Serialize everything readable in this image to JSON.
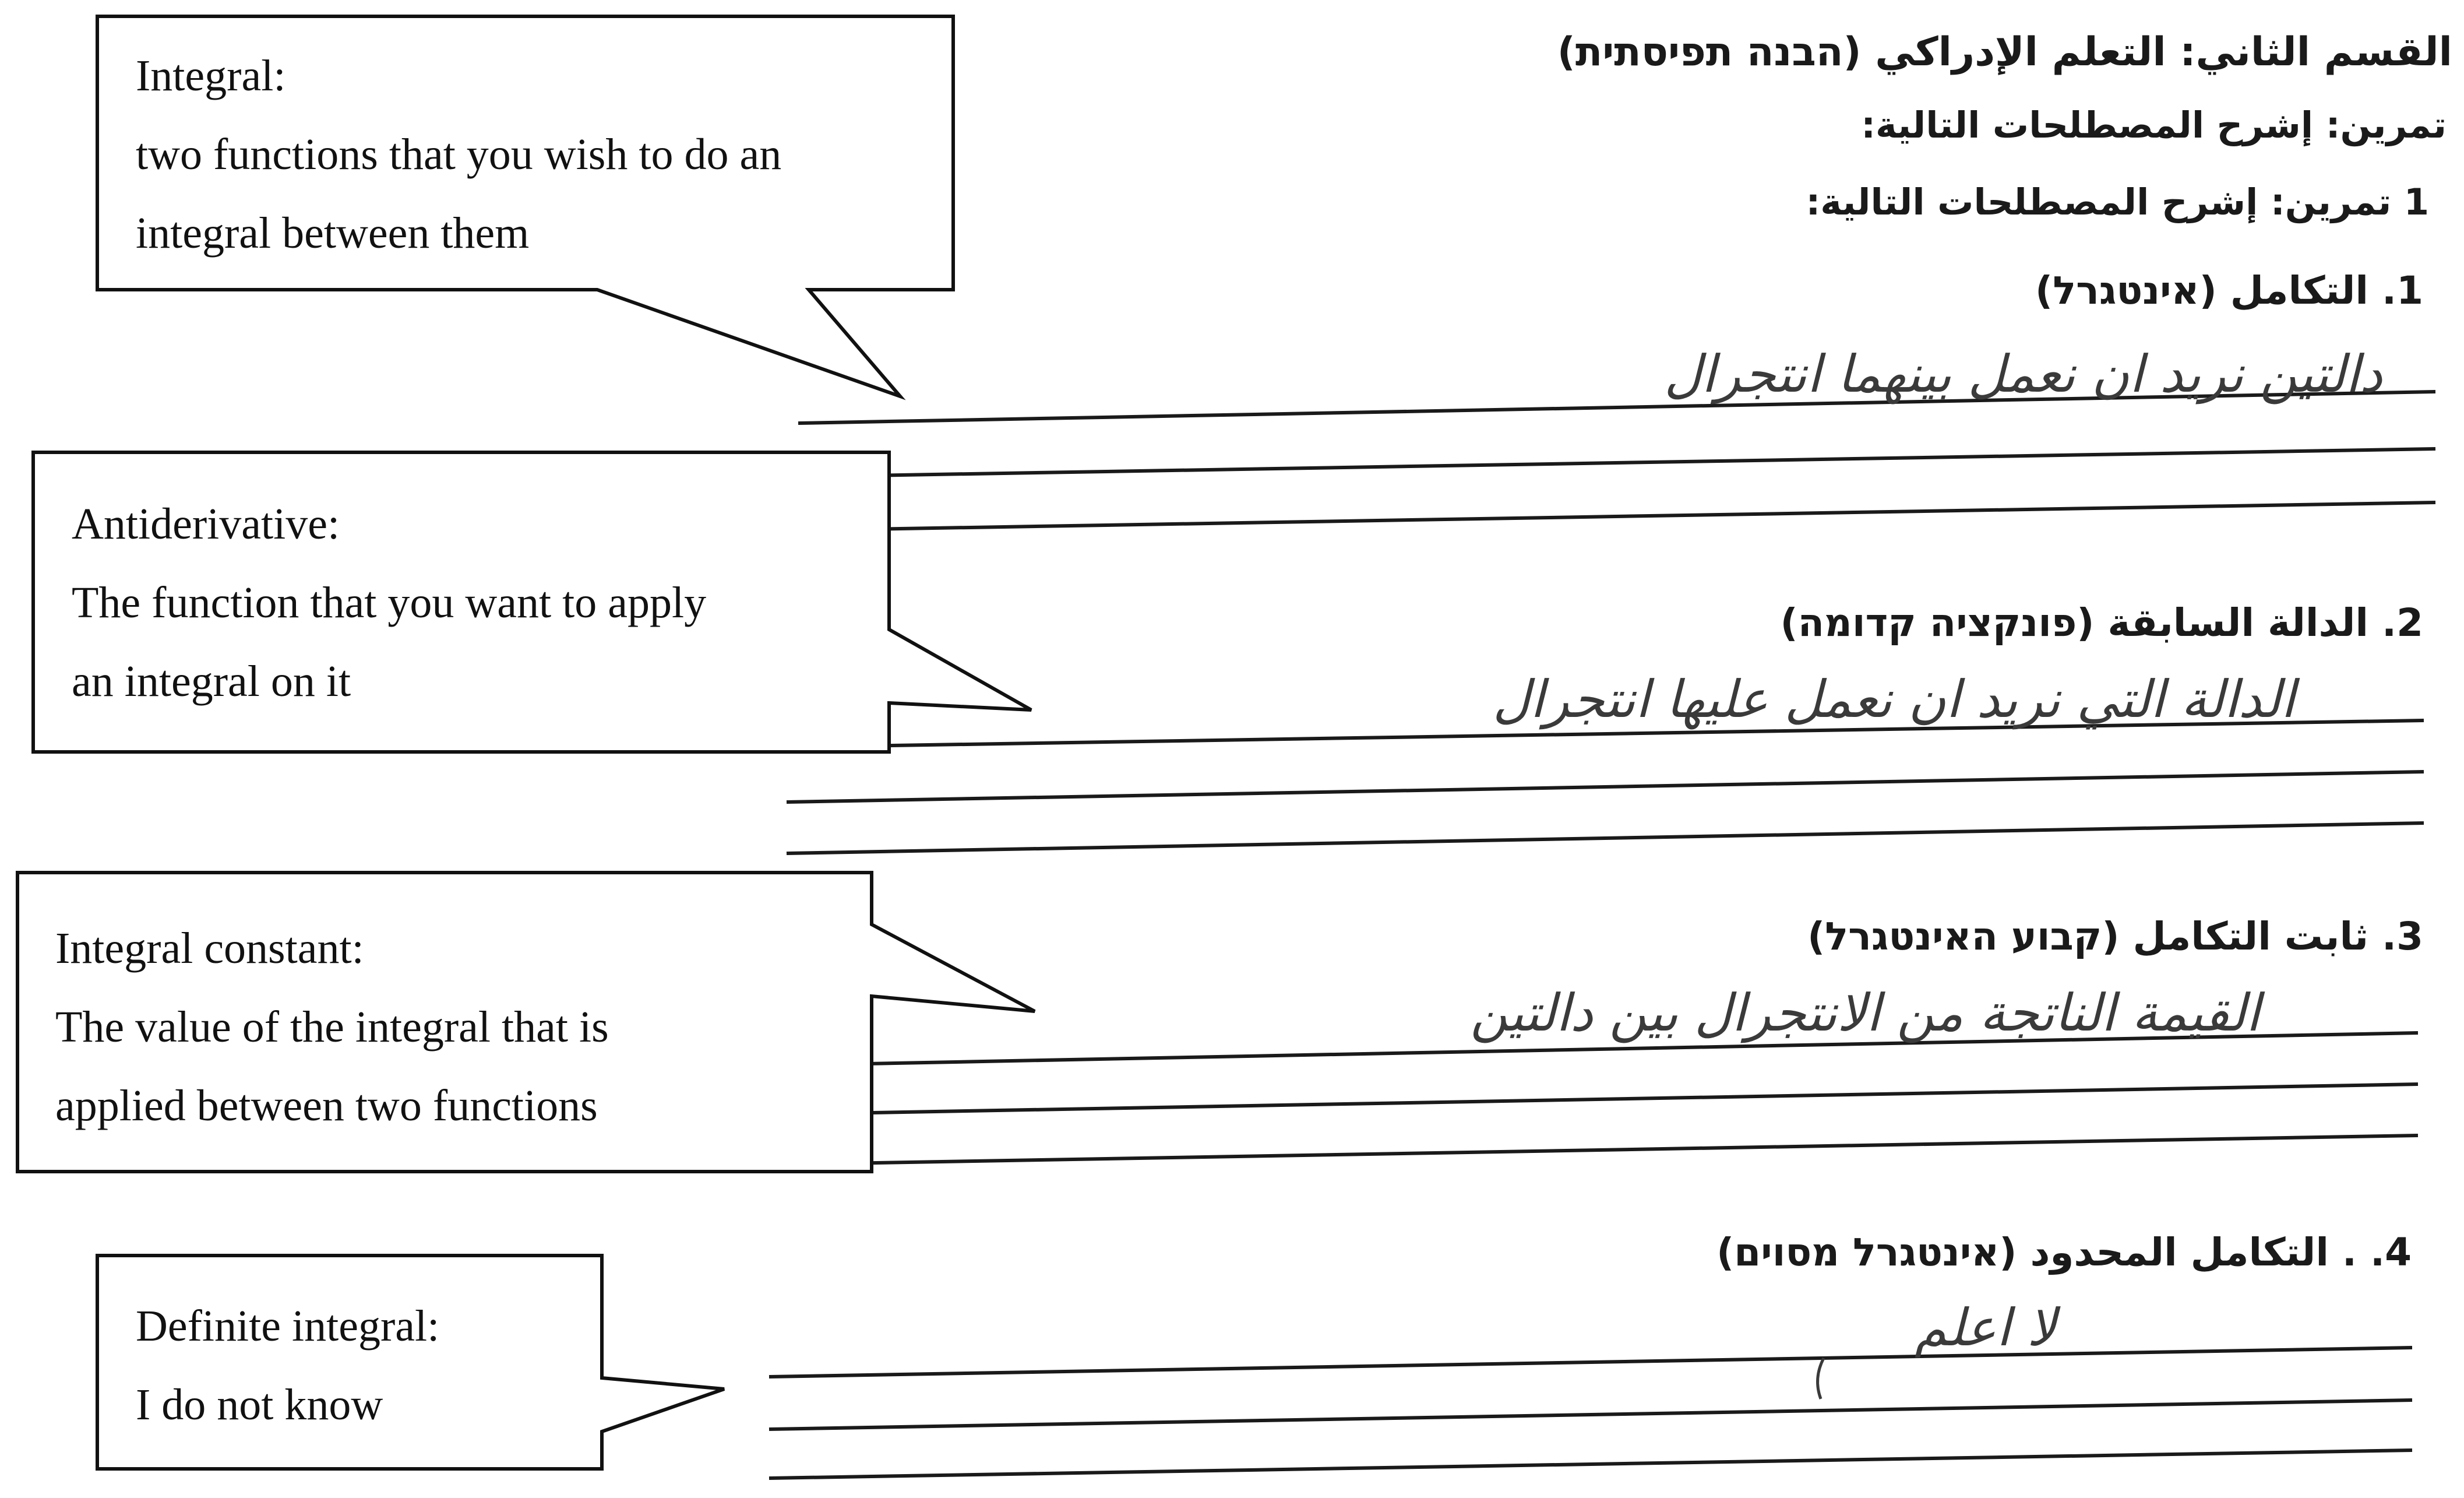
{
  "worksheet": {
    "section_title": "القسم الثاني: التعلم الإدراكي (הבנה תפיסתית)",
    "exercise_line_a": "تمرين: إشرح المصطلحات التالية:",
    "exercise_line_b": "1 تمرين: إشرح المصطلحات التالية:",
    "questions": [
      {
        "label": "1. التكامل (אינטגרל)",
        "handwritten_answer": "دالتين نريد ان نعمل بينهما انتجرال"
      },
      {
        "label": "2. الدالة السابقة (פונקציה קדומה)",
        "handwritten_answer": "الدالة التي نريد ان نعمل عليها انتجرال"
      },
      {
        "label": "3. ثابت التكامل (קבוע האינטגרל)",
        "handwritten_answer": "القيمة الناتجة من الانتجرال بين دالتين"
      },
      {
        "label": "4. . التكامل المحدود (אינטגרל מסוים)",
        "handwritten_answer": "لا اعلم"
      }
    ]
  },
  "callouts": [
    {
      "title": "Integral:",
      "lines": [
        "two functions that you wish to do an",
        "integral between them"
      ]
    },
    {
      "title": "Antiderivative:",
      "lines": [
        "The function that you want to apply",
        "an integral on it"
      ]
    },
    {
      "title": "Integral constant:",
      "lines": [
        "The value of the integral that is",
        "applied between two functions"
      ]
    },
    {
      "title": "Definite integral:",
      "lines": [
        "I do not know"
      ]
    }
  ]
}
